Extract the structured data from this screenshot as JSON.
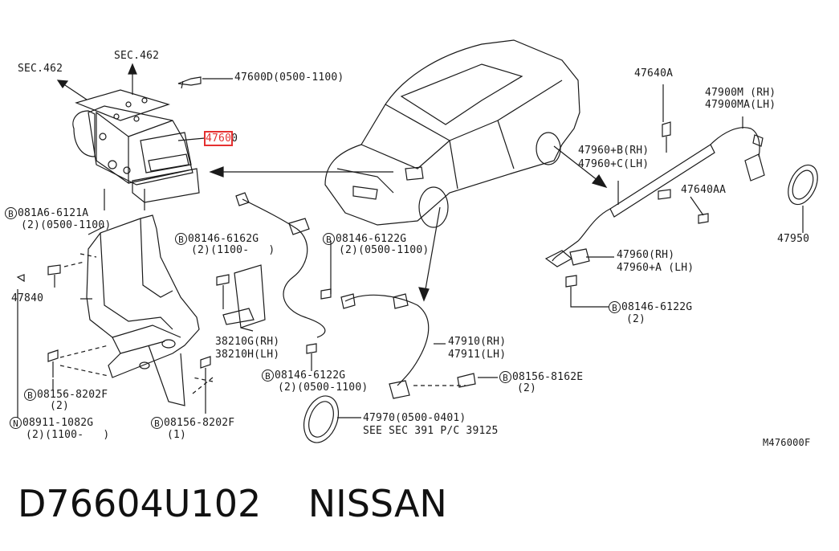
{
  "labels": {
    "sec462_left": "SEC.462",
    "sec462_top": "SEC.462",
    "p47600d": "47600D(0500-1100)",
    "p47600_highlight": "4760",
    "p47600_rest": "0",
    "b_081a6_code": "081A6-6121A",
    "b_081a6_qty": "(2)(0500-1100)",
    "p47840": "47840",
    "b_08146_6162g_code": "08146-6162G",
    "b_08146_6162g_qty": "(2)(1100-   )",
    "b_08146_6122g_a_code": "08146-6122G",
    "b_08146_6122g_a_qty": "(2)(0500-1100)",
    "p38210g": "38210G(RH)",
    "p38210h": "38210H(LH)",
    "b_08146_6122g_b_code": "08146-6122G",
    "b_08146_6122g_b_qty": "(2)(0500-1100)",
    "p47910": "47910(RH)",
    "p47911": "47911(LH)",
    "b_08156_8162e_code": "08156-8162E",
    "b_08156_8162e_qty": "(2)",
    "p47970": "47970(0500-0401)",
    "see_sec": "SEE SEC 391 P/C 39125",
    "b_08156_8202f_a_code": "08156-8202F",
    "b_08156_8202f_a_qty": "(2)",
    "n_08911_code": "08911-1082G",
    "n_08911_qty": "(2)(1100-   )",
    "b_08156_8202f_b_code": "08156-8202F",
    "b_08156_8202f_b_qty": "(1)",
    "p47640a": "47640A",
    "p47900m": "47900M (RH)",
    "p47900ma": "47900MA(LH)",
    "p47960b": "47960+B(RH)",
    "p47960c": "47960+C(LH)",
    "p47640aa": "47640AA",
    "p47950": "47950",
    "p47960": "47960(RH)",
    "p47960a": "47960+A (LH)",
    "b_08146_6122g_c_code": "08146-6122G",
    "b_08146_6122g_c_qty": "(2)",
    "ref": "M476000F",
    "marker_b": "B",
    "marker_n": "N"
  },
  "footer": {
    "part_number": "D76604U102",
    "brand": "NISSAN"
  },
  "colors": {
    "line": "#1a1a1a",
    "highlight": "#e53030"
  }
}
